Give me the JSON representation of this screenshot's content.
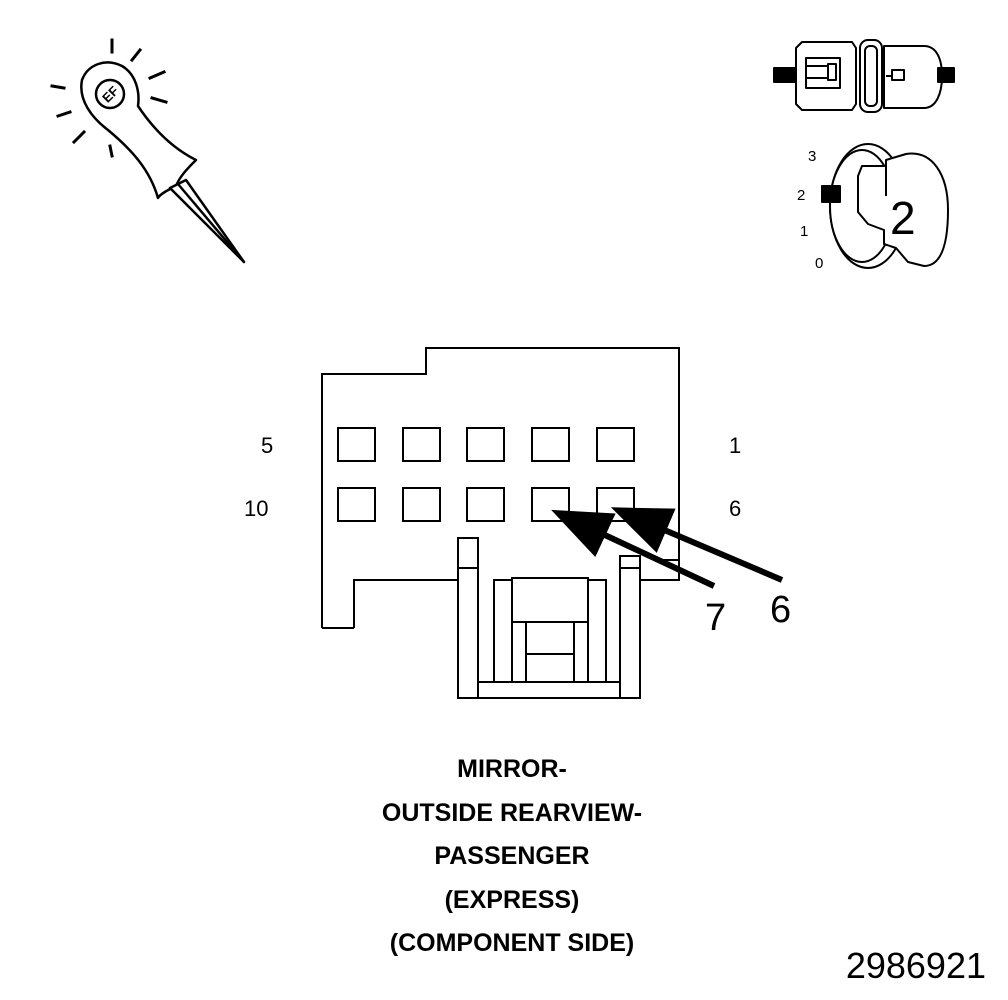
{
  "probe_tool": {
    "icon": "back-probe-icon"
  },
  "connector_icon": {
    "icon": "connector-disconnected-icon"
  },
  "ignition_switch": {
    "icon": "ignition-key-icon",
    "positions": [
      "3",
      "2",
      "1",
      "0"
    ],
    "selected_position": "2",
    "key_label": "2"
  },
  "connector": {
    "pin_labels": {
      "top_left": "5",
      "top_right": "1",
      "bottom_left": "10",
      "bottom_right": "6"
    },
    "callouts": [
      {
        "label": "7",
        "pin": 7
      },
      {
        "label": "6",
        "pin": 6
      }
    ]
  },
  "caption": {
    "lines": [
      "MIRROR-",
      "OUTSIDE REARVIEW-",
      "PASSENGER",
      "(EXPRESS)",
      "(COMPONENT SIDE)"
    ]
  },
  "figure_number": "2986921"
}
